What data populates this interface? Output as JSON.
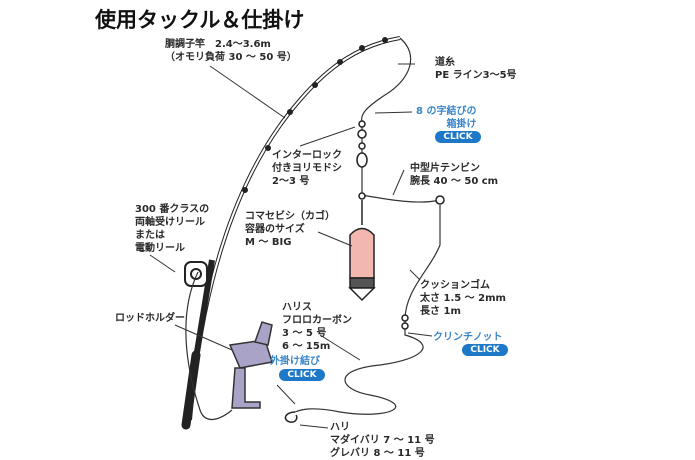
{
  "title": "使用タックル＆仕掛け",
  "labels": {
    "rod": [
      "胴調子竿　2.4〜3.6m",
      "（オモリ負荷 30 〜 50 号）"
    ],
    "mainline": [
      "道糸",
      "PE ライン3〜5号"
    ],
    "figure8": [
      "8 の字結びの",
      "箱掛け"
    ],
    "swivel": [
      "インターロック",
      "付きヨリモドシ",
      "2〜3 号"
    ],
    "tenbin": [
      "中型片テンビン",
      "腕長 40 〜 50 cm"
    ],
    "reel": [
      "300 番クラスの",
      "両軸受けリール",
      "または",
      "電動リール"
    ],
    "basket": [
      "コマセビシ（カゴ）",
      "容器のサイズ",
      "M 〜 BIG"
    ],
    "cushion": [
      "クッションゴム",
      "太さ 1.5 〜 2mm",
      "長さ 1m"
    ],
    "holder": [
      "ロッドホルダー"
    ],
    "harisu": [
      "ハリス",
      "フロロカーボン",
      "3 〜 5 号",
      "6 〜 15m"
    ],
    "sotokake": [
      "外掛け結び"
    ],
    "clinch": [
      "クリンチノット"
    ],
    "hook": [
      "ハリ",
      "マダイバリ 7 〜 11 号",
      "グレバリ 8 〜 11 号"
    ]
  },
  "buttons": {
    "click": "CLICK"
  },
  "colors": {
    "accent": "#1e78c8",
    "link_text": "#3a86c8",
    "basket": "#f2b8b0",
    "holder": "#a9a3c8"
  }
}
